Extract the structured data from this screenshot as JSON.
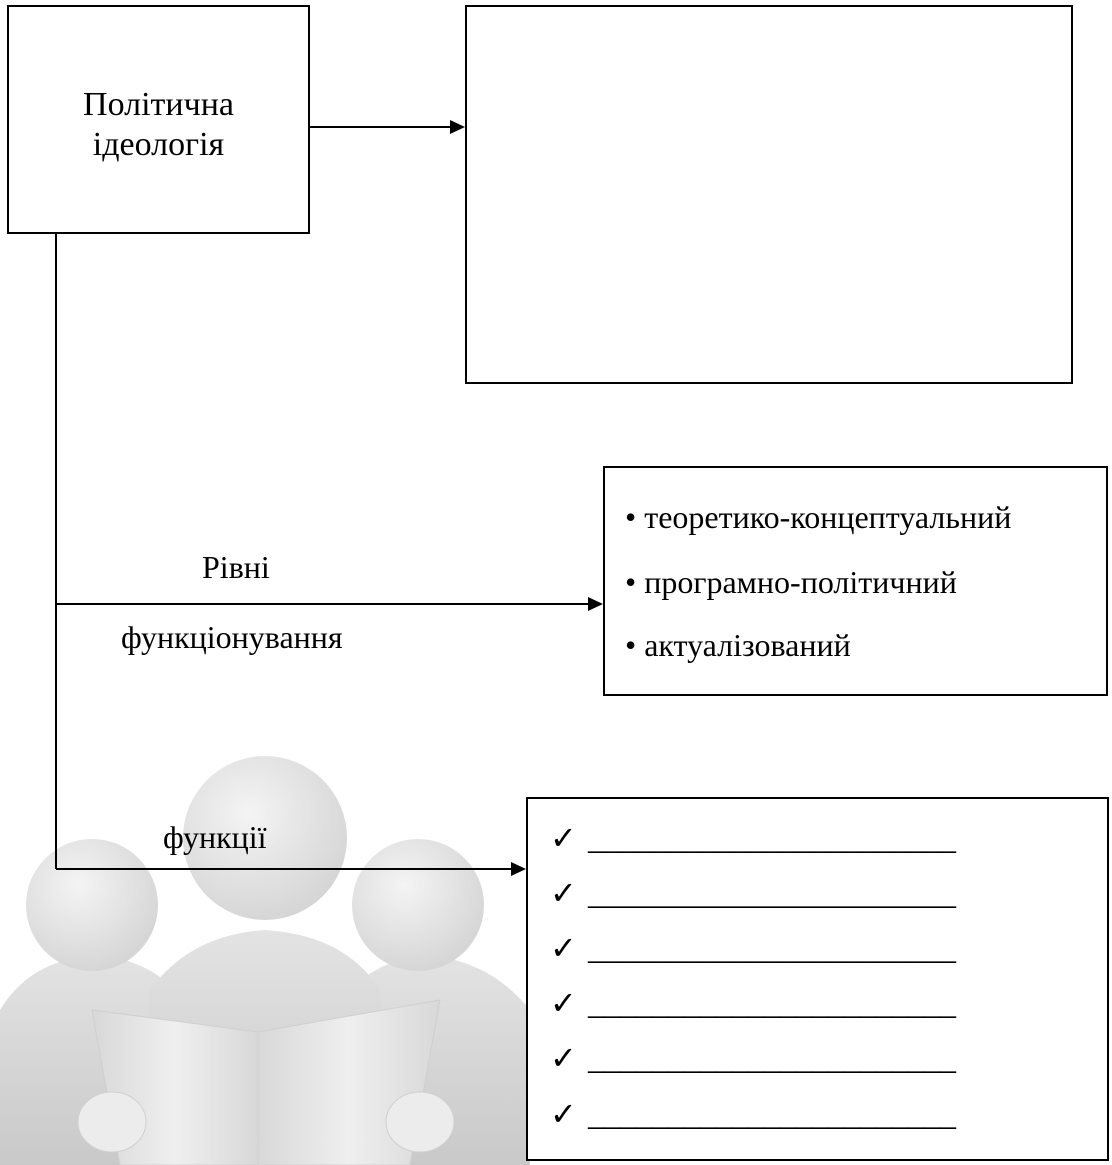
{
  "source": {
    "line1": "Політична",
    "line2": "ідеологія"
  },
  "empty_box": {},
  "levels_label": {
    "line1": "Рівні",
    "line2": "функціонування"
  },
  "levels": [
    "• теоретико-концептуальний",
    "• програмно-політичний",
    "• актуалізований"
  ],
  "functions_label": "функції",
  "functions": [
    {
      "mark": "✓",
      "blank": "_______________________"
    },
    {
      "mark": "✓",
      "blank": "_______________________"
    },
    {
      "mark": "✓",
      "blank": "_______________________"
    },
    {
      "mark": "✓",
      "blank": "_______________________"
    },
    {
      "mark": "✓",
      "blank": "_______________________"
    },
    {
      "mark": "✓",
      "blank": "_______________________"
    }
  ],
  "illustration": {
    "icon": "people-reading-book-icon",
    "color": "#e6e6e6"
  }
}
